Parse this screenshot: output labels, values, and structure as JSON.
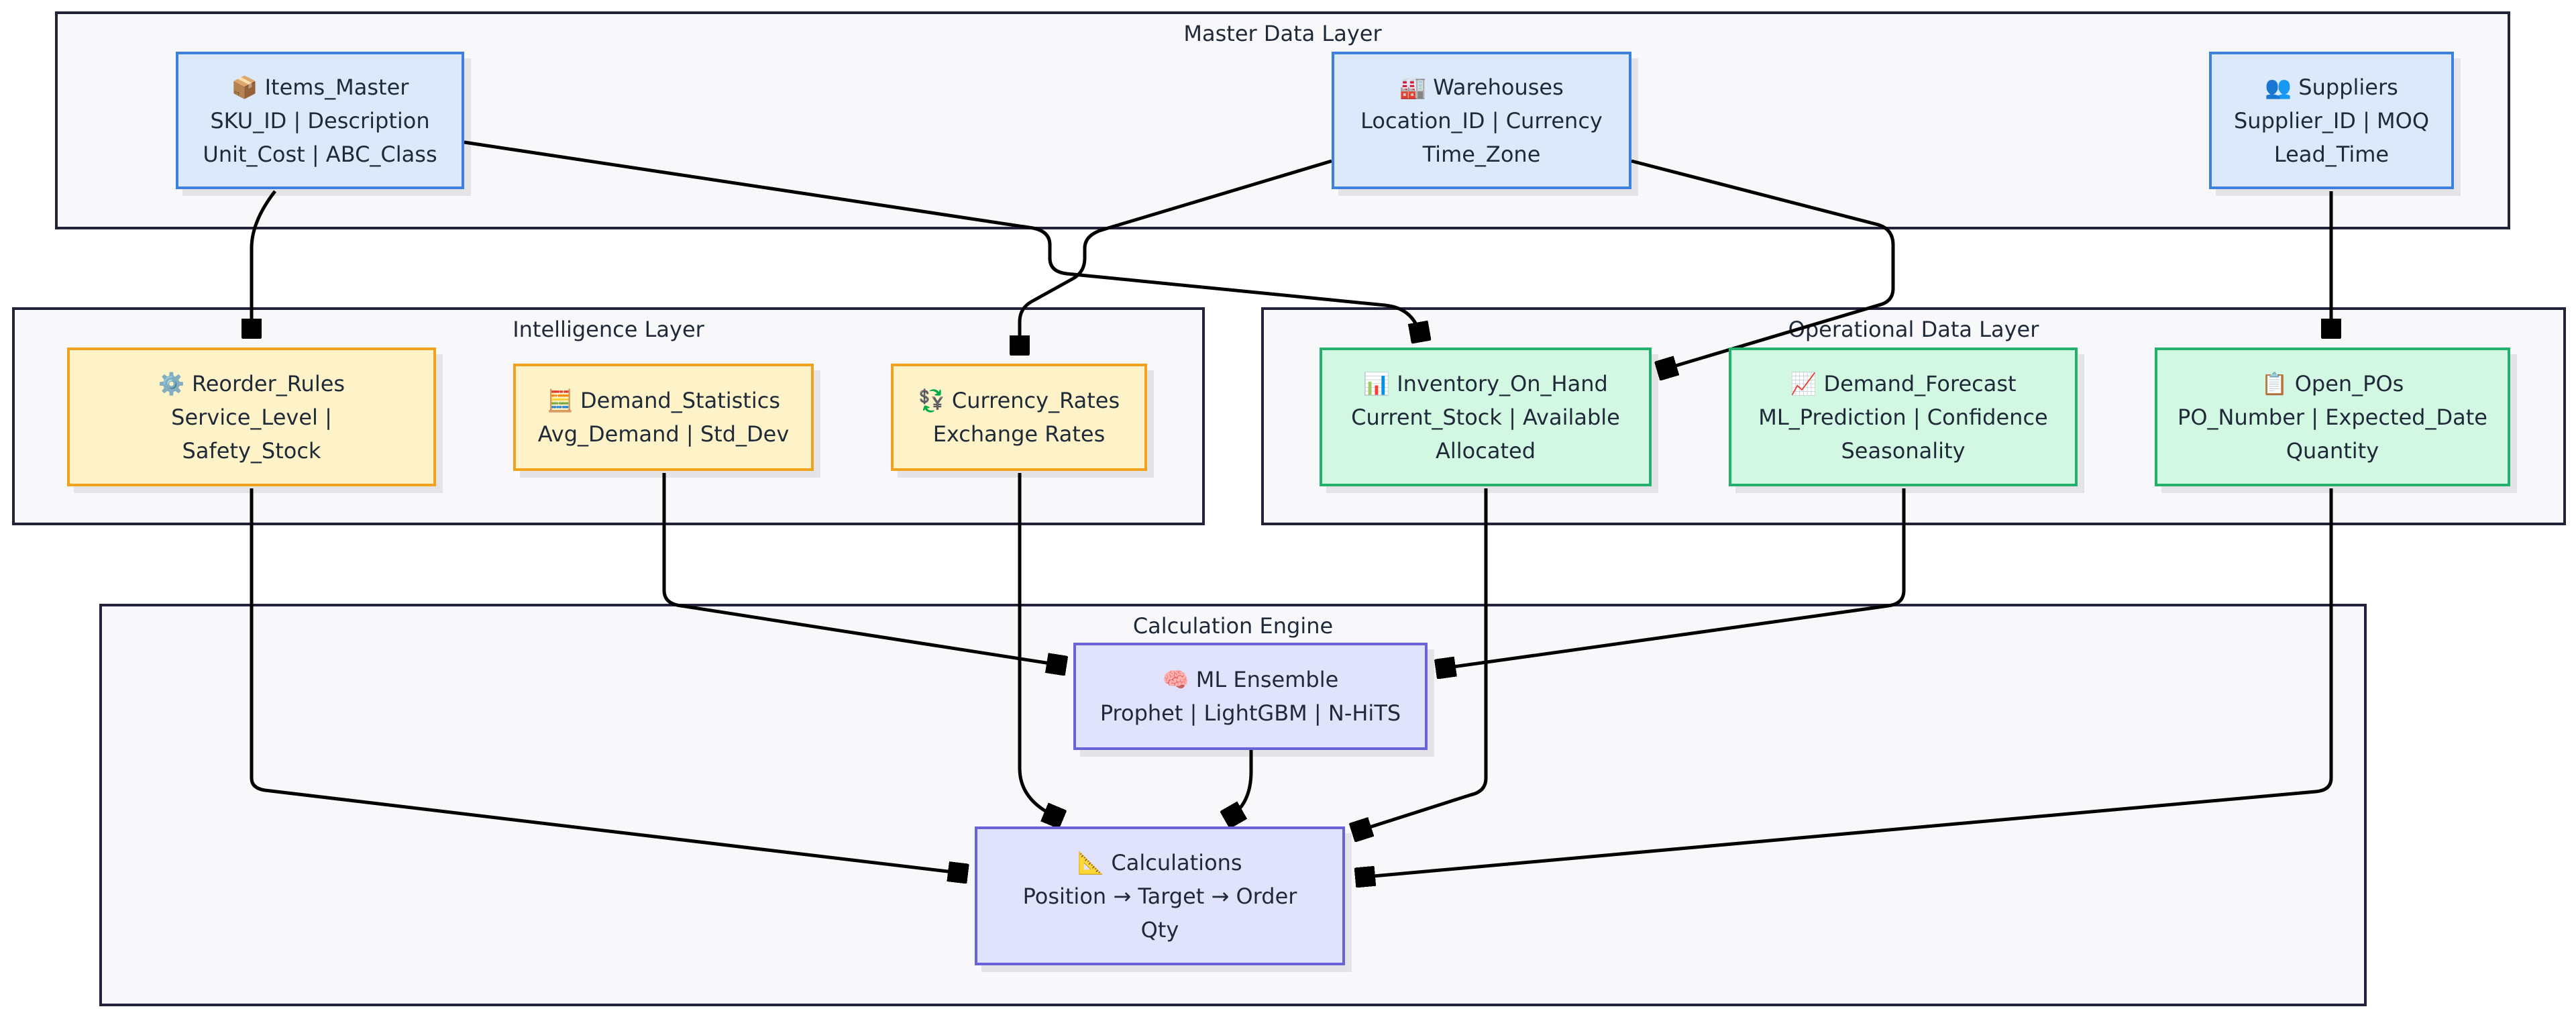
{
  "groups": {
    "master": "Master Data Layer",
    "intelligence": "Intelligence Layer",
    "operational": "Operational Data Layer",
    "calculation": "Calculation Engine"
  },
  "nodes": {
    "items_master": {
      "icon": "📦",
      "title": "Items_Master",
      "line2": "SKU_ID | Description",
      "line3": "Unit_Cost | ABC_Class"
    },
    "warehouses": {
      "icon": "🏭",
      "title": "Warehouses",
      "line2": "Location_ID | Currency",
      "line3": "Time_Zone"
    },
    "suppliers": {
      "icon": "👥",
      "title": "Suppliers",
      "line2": "Supplier_ID | MOQ",
      "line3": "Lead_Time"
    },
    "reorder_rules": {
      "icon": "⚙️",
      "title": "Reorder_Rules",
      "line2": "Service_Level |",
      "line3": "Safety_Stock"
    },
    "demand_statistics": {
      "icon": "🧮",
      "title": "Demand_Statistics",
      "line2": "Avg_Demand | Std_Dev"
    },
    "currency_rates": {
      "icon": "💱",
      "title": "Currency_Rates",
      "line2": "Exchange Rates"
    },
    "inventory_on_hand": {
      "icon": "📊",
      "title": "Inventory_On_Hand",
      "line2": "Current_Stock | Available",
      "line3": "Allocated"
    },
    "demand_forecast": {
      "icon": "📈",
      "title": "Demand_Forecast",
      "line2": "ML_Prediction | Confidence",
      "line3": "Seasonality"
    },
    "open_pos": {
      "icon": "📋",
      "title": "Open_POs",
      "line2": "PO_Number | Expected_Date",
      "line3": "Quantity"
    },
    "ml_ensemble": {
      "icon": "🧠",
      "title": "ML Ensemble",
      "line2": "Prophet | LightGBM | N-HiTS"
    },
    "calculations": {
      "icon": "📐",
      "title": "Calculations",
      "line2": "Position → Target → Order",
      "line3": "Qty"
    }
  },
  "edges": [
    {
      "from": "items_master",
      "to": "reorder_rules"
    },
    {
      "from": "items_master",
      "to": "inventory_on_hand"
    },
    {
      "from": "warehouses",
      "to": "currency_rates"
    },
    {
      "from": "warehouses",
      "to": "inventory_on_hand"
    },
    {
      "from": "suppliers",
      "to": "open_pos"
    },
    {
      "from": "demand_statistics",
      "to": "ml_ensemble"
    },
    {
      "from": "demand_forecast",
      "to": "ml_ensemble"
    },
    {
      "from": "reorder_rules",
      "to": "calculations"
    },
    {
      "from": "currency_rates",
      "to": "calculations"
    },
    {
      "from": "ml_ensemble",
      "to": "calculations"
    },
    {
      "from": "inventory_on_hand",
      "to": "calculations"
    },
    {
      "from": "open_pos",
      "to": "calculations"
    }
  ]
}
